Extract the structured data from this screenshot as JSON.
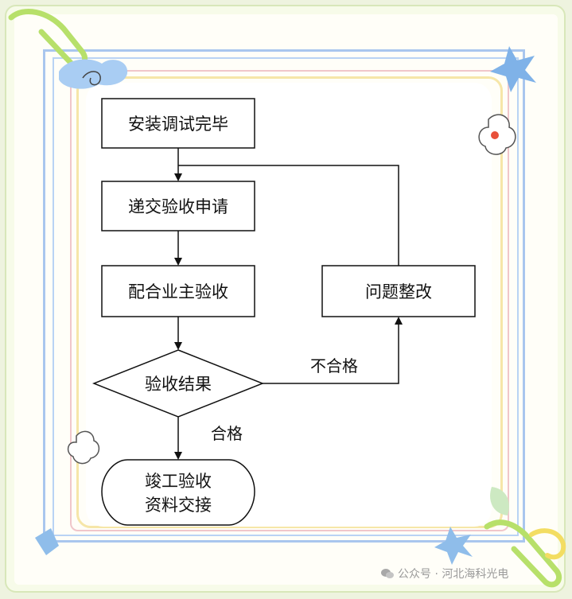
{
  "nodes": {
    "install": "安装调试完毕",
    "submit": "递交验收申请",
    "cooperate": "配合业主验收",
    "decision": "验收结果",
    "fix": "问题整改",
    "final_line1": "竣工验收",
    "final_line2": "资料交接"
  },
  "edge_labels": {
    "fail": "不合格",
    "pass": "合格"
  },
  "watermark": "公众号 · 河北海科光电",
  "colors": {
    "frame_blue": "#a9c6ee",
    "frame_pink": "#f0c6ca",
    "frame_yellow": "#f6e6a8",
    "clip_green": "#b7e06a",
    "star_blue": "#7fb2e8",
    "line": "#111111"
  }
}
